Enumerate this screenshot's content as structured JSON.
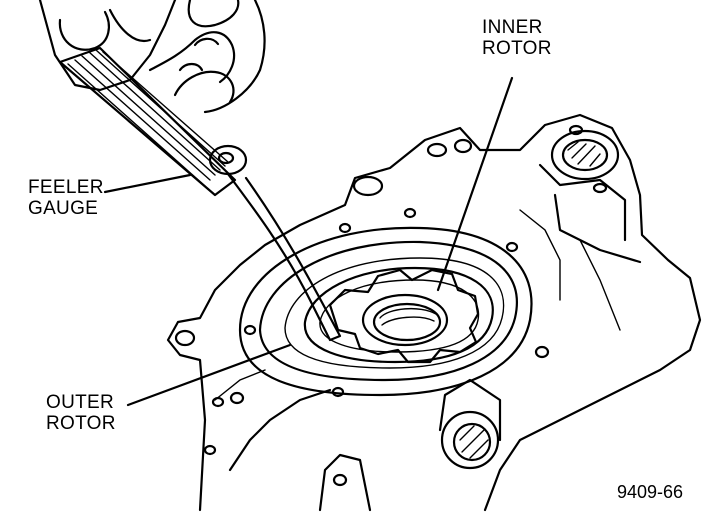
{
  "labels": {
    "inner_rotor_line1": "INNER",
    "inner_rotor_line2": "ROTOR",
    "feeler_gauge_line1": "FEELER",
    "feeler_gauge_line2": "GAUGE",
    "outer_rotor_line1": "OUTER",
    "outer_rotor_line2": "ROTOR"
  },
  "figure_number": "9409-66"
}
